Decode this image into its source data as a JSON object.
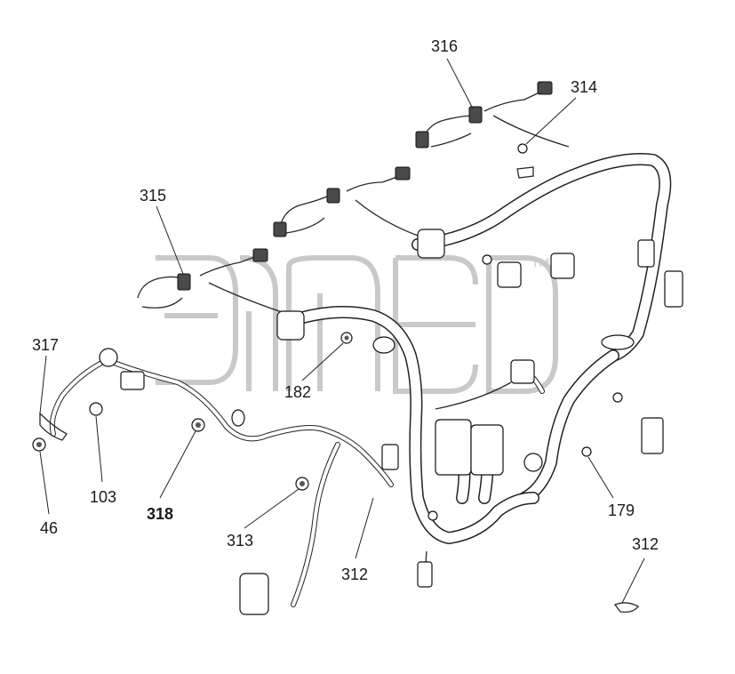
{
  "callouts": [
    {
      "id": "316",
      "label": "316",
      "bold": false
    },
    {
      "id": "314",
      "label": "314",
      "bold": false
    },
    {
      "id": "315",
      "label": "315",
      "bold": false
    },
    {
      "id": "317",
      "label": "317",
      "bold": false
    },
    {
      "id": "182",
      "label": "182",
      "bold": false
    },
    {
      "id": "103",
      "label": "103",
      "bold": false
    },
    {
      "id": "318",
      "label": "318",
      "bold": true
    },
    {
      "id": "46",
      "label": "46",
      "bold": false
    },
    {
      "id": "313",
      "label": "313",
      "bold": false
    },
    {
      "id": "312a",
      "label": "312",
      "bold": false
    },
    {
      "id": "179",
      "label": "179",
      "bold": false
    },
    {
      "id": "312b",
      "label": "312",
      "bold": false
    }
  ],
  "watermark": {
    "text": "ЭПСБ",
    "trademark": "TM"
  },
  "colors": {
    "line": "#222222",
    "watermark": "#c9c9c9",
    "background": "#ffffff"
  }
}
